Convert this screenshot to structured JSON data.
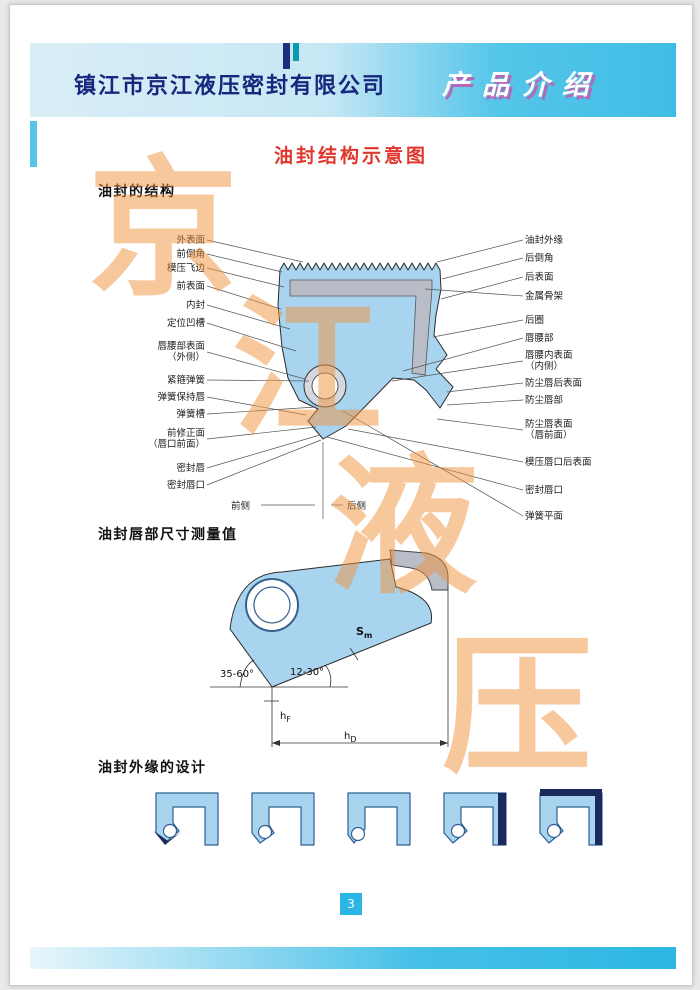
{
  "header": {
    "company": "镇江市京江液压密封有限公司",
    "section_title": "产品介绍"
  },
  "page_title": "油封结构示意图",
  "watermark": {
    "chars": [
      "京",
      "江",
      "液",
      "压"
    ]
  },
  "structure_section": {
    "title": "油封的结构",
    "left_labels": [
      "外表面",
      "前倒角",
      "模压飞边",
      "前表面",
      "内封",
      "定位凹槽",
      "唇腰部表面\n（外侧）",
      "紧箍弹簧",
      "弹簧保持唇",
      "弹簧槽",
      "前修正面\n（唇口前面）",
      "密封唇",
      "密封唇口"
    ],
    "right_labels": [
      "油封外缘",
      "后倒角",
      "后表面",
      "金属骨架",
      "后圈",
      "唇腰部",
      "唇腰内表面\n（内侧）",
      "防尘唇后表面",
      "防尘唇部",
      "防尘唇表面\n（唇前面）",
      "模压唇口后表面",
      "密封唇口",
      "弹簧平面"
    ],
    "front_side": "前侧",
    "rear_side": "后侧"
  },
  "lip_section": {
    "title": "油封唇部尺寸测量值",
    "angle_left": "35-60°",
    "angle_right": "12-30°",
    "sm": {
      "main": "S",
      "sub": "m"
    },
    "hf": {
      "main": "h",
      "sub": "F"
    },
    "hd": {
      "main": "h",
      "sub": "D"
    }
  },
  "edge_section": {
    "title": "油封外缘的设计"
  },
  "footer": {
    "page_number": "3"
  },
  "colors": {
    "accent_cyan": "#45c0e7",
    "title_red": "#e0372c",
    "seal_blue": "#a9d4ef",
    "metal_gray": "#b9bdc7",
    "watermark_orange": "#f2923c",
    "navy": "#17277d"
  }
}
